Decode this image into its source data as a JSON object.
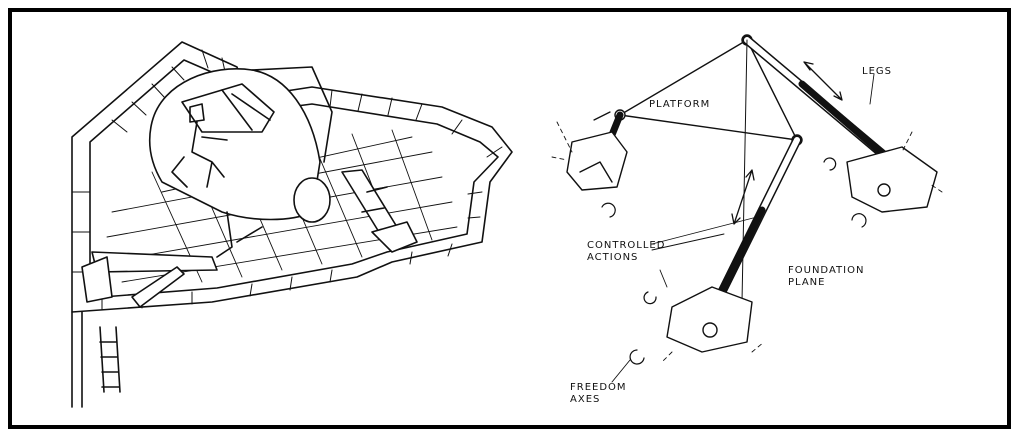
{
  "labels": {
    "legs": "LEGS",
    "platform": "PLATFORM",
    "controlled_actions": [
      "CONTROLLED",
      "ACTIONS"
    ],
    "foundation_plane": [
      "FOUNDATION",
      "PLANE"
    ],
    "freedom_axes": [
      "FREEDOM",
      "AXES"
    ]
  },
  "colors": {
    "ink": "#111111",
    "paper": "#ffffff",
    "frame": "#000000"
  }
}
